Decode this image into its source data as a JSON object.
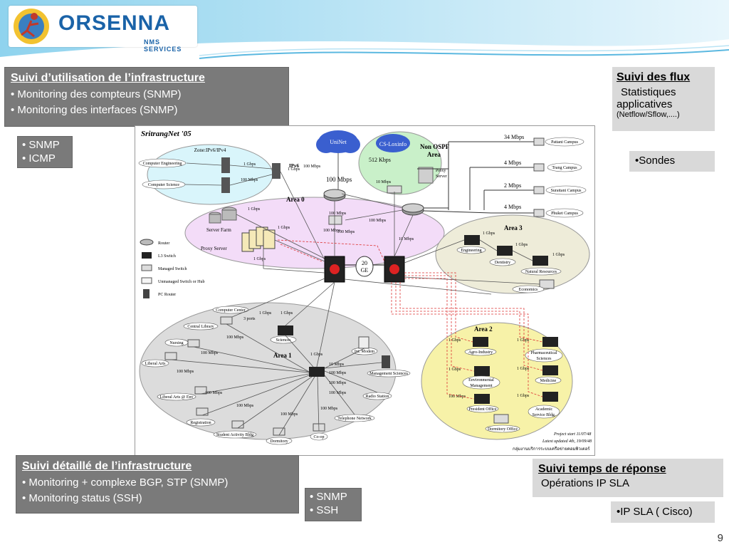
{
  "logo": {
    "name": "ORSENNA",
    "sub": "NMS SERVICES"
  },
  "box_infra": {
    "title": "Suivi d’utilisation de l’infrastructure",
    "items": [
      "• Monitoring des compteurs (SNMP)",
      "• Monitoring des interfaces (SNMP)"
    ]
  },
  "box_snmp_icmp": {
    "items": [
      "• SNMP",
      "• ICMP"
    ]
  },
  "box_flux": {
    "title": "Suivi des flux",
    "line1": "Statistiques",
    "line2": "applicatives",
    "line3": "(Netflow/Sflow,....)"
  },
  "box_sondes": {
    "text": "•Sondes"
  },
  "box_detail": {
    "title": "Suivi détaillé de l’infrastructure",
    "items": [
      "• Monitoring + complexe BGP, STP (SNMP)",
      "• Monitoring status (SSH)"
    ]
  },
  "box_snmp_ssh": {
    "items": [
      "• SNMP",
      "• SSH"
    ]
  },
  "box_temps": {
    "title": "Suivi temps de réponse",
    "line1": "Opérations IP SLA"
  },
  "box_ipsla": {
    "text": "•IP SLA ( Cisco)"
  },
  "page_number": "9",
  "diagram": {
    "title": "SritrangNet '05",
    "zone": "Zone:IPv6/IPv4",
    "uninet": "UniNet",
    "csloxinfo": "CS-Loxinfo",
    "non_ospf": "Non OSPF",
    "area_word": "Area",
    "ipv6": "IPv6",
    "area0": "Area 0",
    "area1": "Area 1",
    "area2": "Area 2",
    "area3": "Area 3",
    "ge": "20",
    "ge2": "GE",
    "kbps": "512 Kbps",
    "proxy_server_right": "Proxy",
    "proxy_server_right2": "Server",
    "server_farm": "Server Farm",
    "proxy_server": "Proxy Server",
    "campuses": [
      "Pattani Campus",
      "Trang Campus",
      "Surattani Campus",
      "Phuket Campus"
    ],
    "campus_speeds": [
      "34 Mbps",
      "4 Mbps",
      "2 Mbps",
      "4 Mbps"
    ],
    "zone_nodes": [
      "Computer Engineering",
      "Computer Science"
    ],
    "area3_nodes": [
      "Engineering",
      "Dentistry",
      "Natural Resources",
      "Economics"
    ],
    "area2_nodes": [
      "Agro-Industry",
      "Pharmaceutical",
      "Sciences",
      "Environmental",
      "Management",
      "Medicine",
      "President Office",
      "Academic",
      "Service Bldg.",
      "Dormitory Office"
    ],
    "area1_nodes": [
      "Computer Center",
      "Central Library",
      "Nursing",
      "Liberal Arts",
      "Sciences",
      "Int. Modem",
      "Management Sciences",
      "Liberal Arts @ Env",
      "Radio Station",
      "Registration",
      "Telephone Network",
      "Student Activity Bldg",
      "Dormitory",
      "Co-op"
    ],
    "speeds": {
      "g1": "1 Gbps",
      "m100": "100 Mbps",
      "m10": "10 Mbps",
      "m100big": "100 Mbps",
      "ports": "3 ports"
    },
    "legend": [
      "Router",
      "L3 Switch",
      "Managed Switch",
      "Unmanaged Switch or Hub",
      "PC Router"
    ],
    "project_start": "Project start 11/07/48",
    "updated": "Latest updated 4th, 19/09/48",
    "thai": "กลุ่มงานบริการระบบเครือข่ายคอมพิวเตอร์"
  }
}
